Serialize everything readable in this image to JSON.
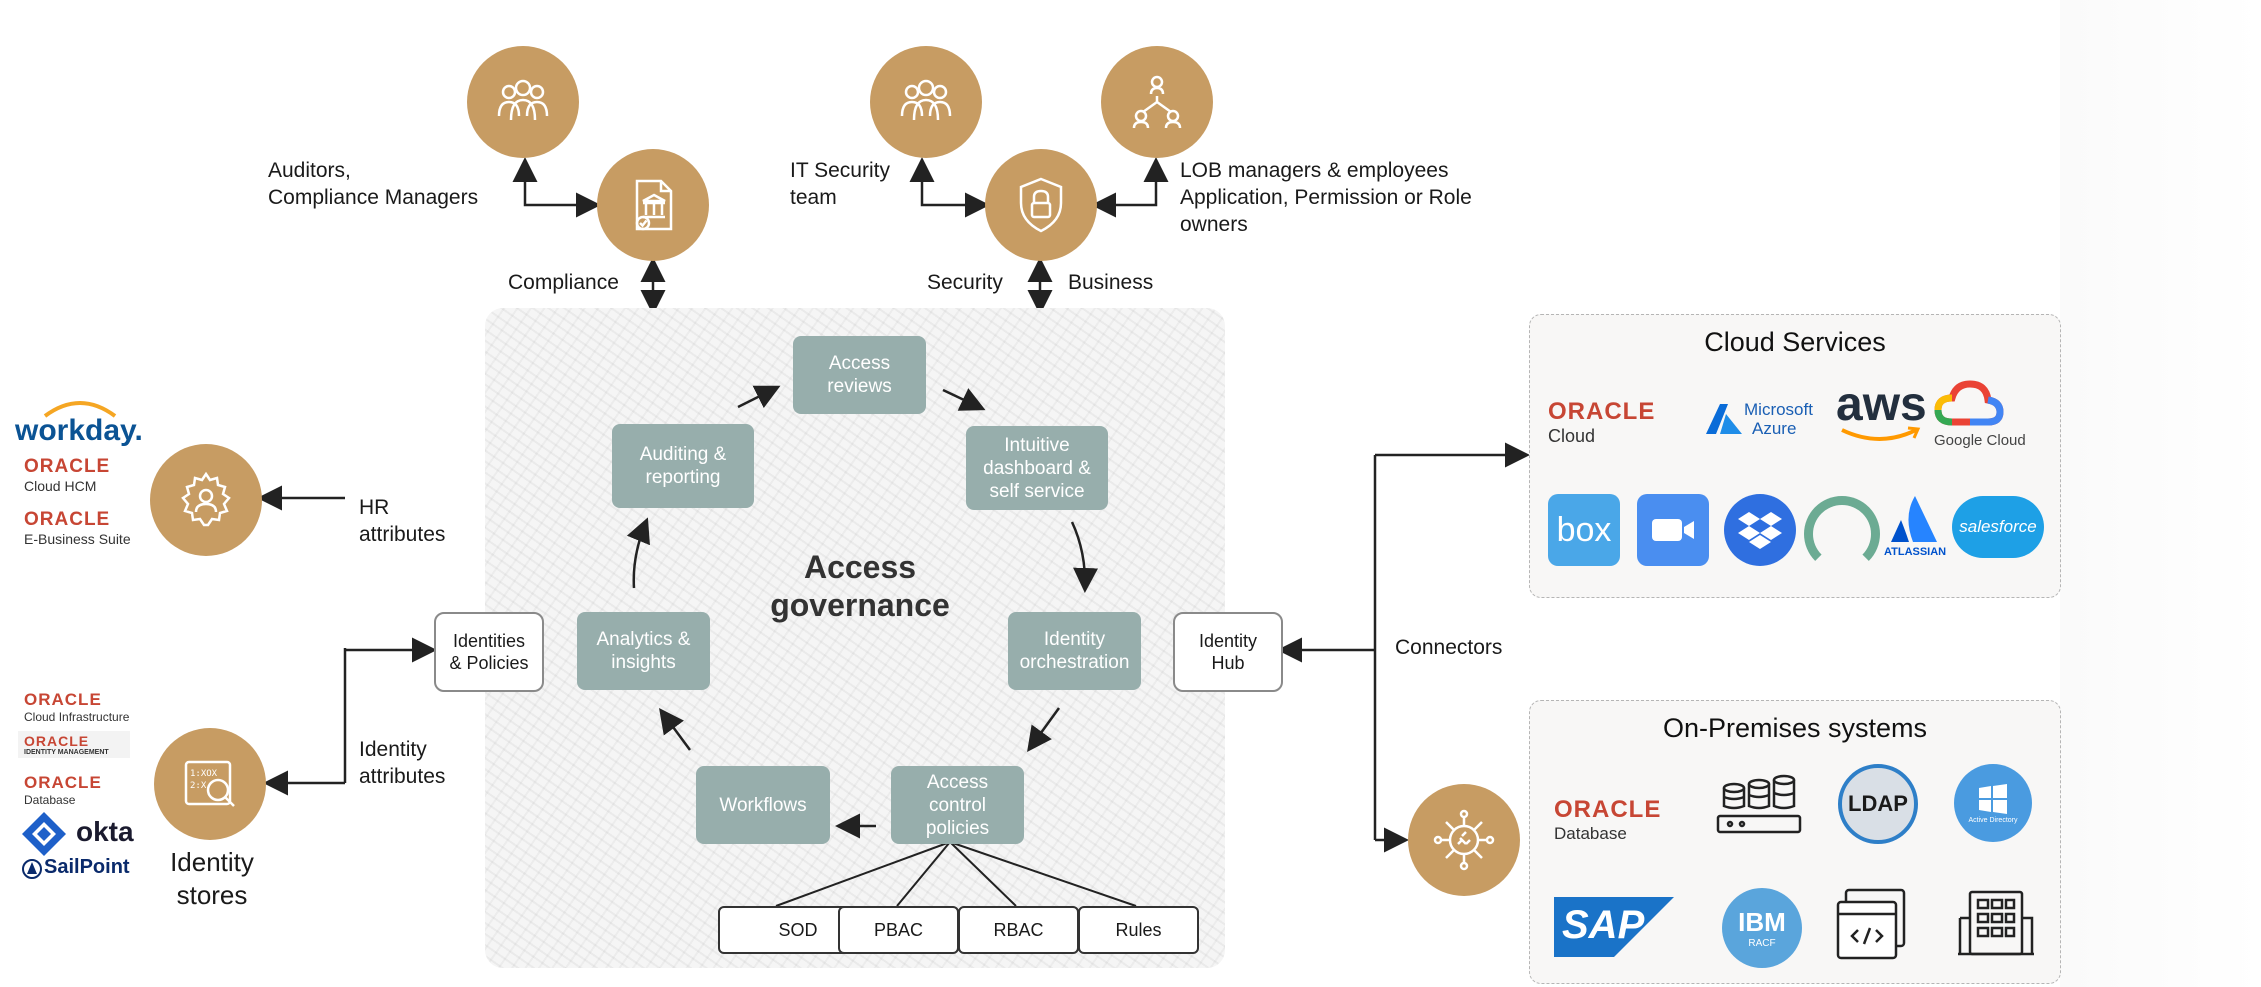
{
  "people": {
    "auditors": "Auditors,\nCompliance Managers",
    "it_security": "IT Security\nteam",
    "lob": "LOB managers & employees\nApplication, Permission or Role\nowners"
  },
  "labels": {
    "compliance": "Compliance",
    "security": "Security",
    "business": "Business",
    "hr_attributes": "HR\nattributes",
    "identity_attributes": "Identity\nattributes",
    "identity_stores": "Identity\nstores",
    "connectors": "Connectors"
  },
  "governance": {
    "title": "Access\ngovernance",
    "access_reviews": "Access\nreviews",
    "auditing": "Auditing &\nreporting",
    "dashboard": "Intuitive\ndashboard &\nself service",
    "analytics": "Analytics &\ninsights",
    "orchestration": "Identity\norchestration",
    "workflows": "Workflows",
    "policies": "Access\ncontrol\npolicies",
    "sod": "SOD",
    "pbac": "PBAC",
    "rbac": "RBAC",
    "rules": "Rules"
  },
  "hubs": {
    "identities": "Identities\n& Policies",
    "identity_hub": "Identity\nHub"
  },
  "hr_logos": {
    "workday": "workday.",
    "oracle1": "ORACLE",
    "oracle1_sub": "Cloud HCM",
    "oracle2": "ORACLE",
    "oracle2_sub": "E-Business Suite"
  },
  "store_logos": {
    "oracle1": "ORACLE",
    "oracle1_sub": "Cloud Infrastructure",
    "oracle2": "ORACLE",
    "oracle2_sub": "IDENTITY MANAGEMENT",
    "oracle3": "ORACLE",
    "oracle3_sub": "Database",
    "okta": "okta",
    "sailpoint": "SailPoint"
  },
  "cloud": {
    "title": "Cloud Services",
    "oracle": "ORACLE",
    "oracle_sub": "Cloud",
    "azure1": "Microsoft",
    "azure2": "Azure",
    "aws": "aws",
    "google": "Google Cloud",
    "box": "box",
    "atlassian": "ATLASSIAN",
    "salesforce": "salesforce"
  },
  "onprem": {
    "title": "On-Premises systems",
    "oracle": "ORACLE",
    "oracle_sub": "Database",
    "ldap": "LDAP",
    "ad": "Active Directory",
    "sap": "SAP",
    "ibm": "IBM",
    "racf": "RACF"
  },
  "colors": {
    "gold": "#c79c63",
    "sage": "#97aeac",
    "oracle_red": "#c74634"
  }
}
